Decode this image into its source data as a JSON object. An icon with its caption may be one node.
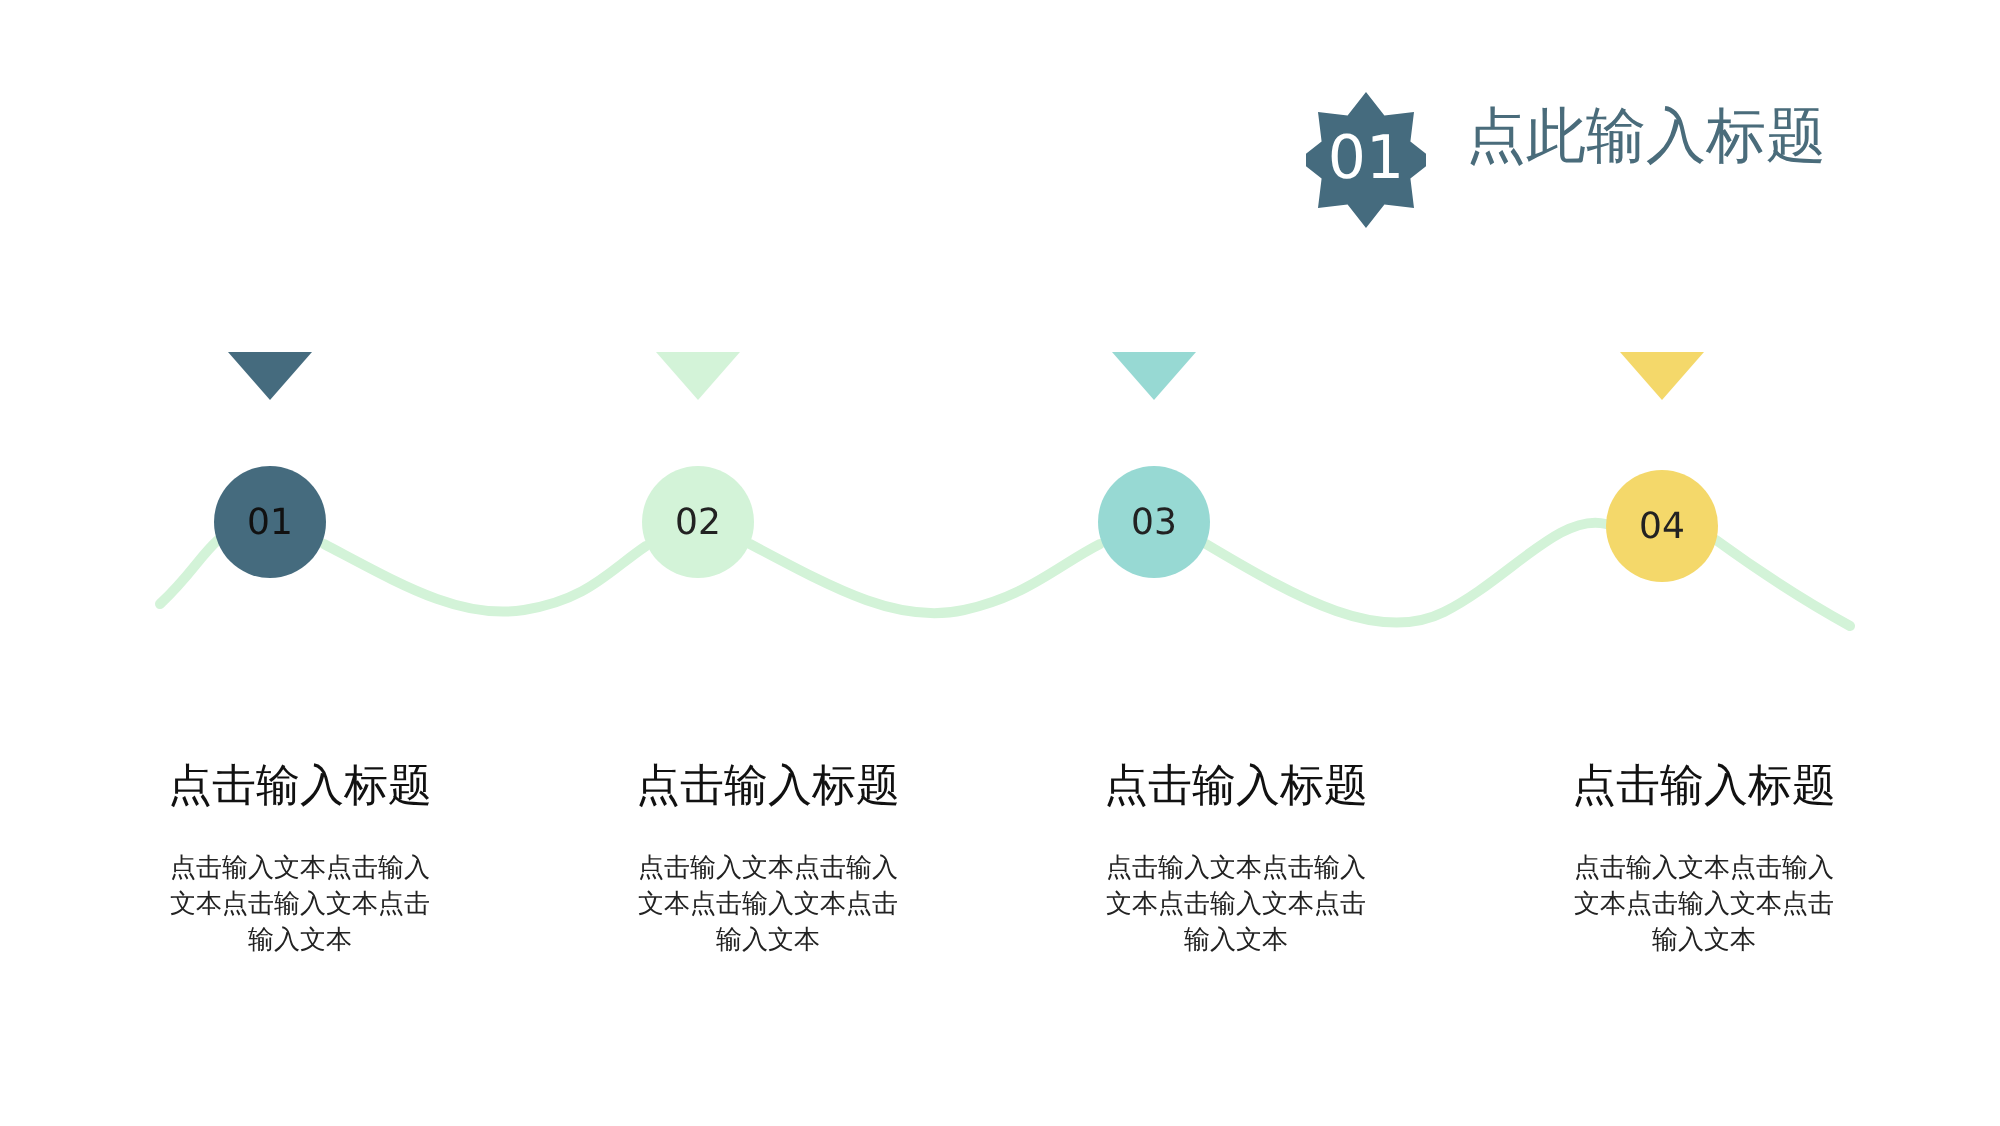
{
  "diagram": {
    "title": "点此输入标题",
    "nodes": [
      {
        "text": [
          "01"
        ]
      },
      {
        "text": [
          "01"
        ],
        "beside": [
          "点击输入标题",
          "点击输入文本点击输入文本点击输入文本点击输入文本"
        ]
      },
      {
        "text": [
          "02"
        ],
        "beside": [
          "点击输入标题",
          "点击输入文本点击输入文本点击输入文本点击输入文本"
        ]
      },
      {
        "text": [
          "03"
        ],
        "beside": [
          "点击输入标题",
          "点击输入文本点击输入文本点击输入文本点击输入文本"
        ]
      },
      {
        "text": [
          "04"
        ],
        "beside": [
          "点击输入标题",
          "点击输入文本点击输入文本点击输入文本点击输入文本"
        ]
      }
    ],
    "edges": [
      {
        "from": 1,
        "to": 2,
        "arrow": "none"
      },
      {
        "from": 2,
        "to": 3,
        "arrow": "none"
      },
      {
        "from": 3,
        "to": 4,
        "arrow": "none"
      }
    ]
  }
}
